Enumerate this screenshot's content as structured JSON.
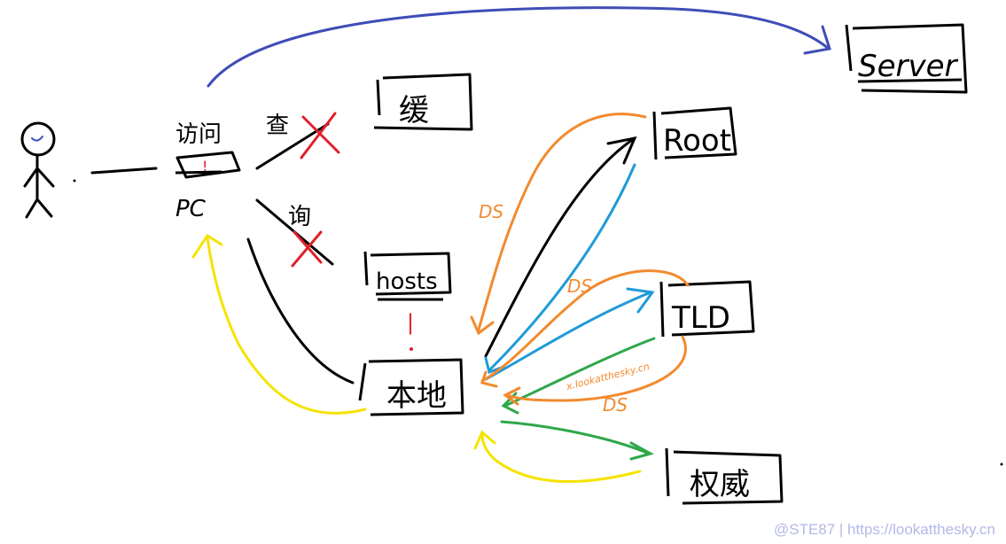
{
  "labels": {
    "visit": "访问",
    "pc": "PC",
    "check": "查",
    "query": "询",
    "cache": "缓",
    "hosts": "hosts",
    "local": "本地",
    "server": "Server",
    "root": "Root",
    "tld": "TLD",
    "authority": "权威",
    "ds_1": "DS",
    "ds_2": "DS",
    "ds_3": "DS",
    "tld_note": "x.lookatthesky.cn",
    "pc_mark": "!",
    "hosts_link": "|"
  },
  "watermark": "@STE87 | https://lookatthesky.cn",
  "colors": {
    "ink": "#000000",
    "blue": "#3f4db8",
    "light_blue": "#1f9ad8",
    "orange": "#f28a2e",
    "green": "#2ea84a",
    "yellow": "#f5e300",
    "red": "#e0202a"
  }
}
